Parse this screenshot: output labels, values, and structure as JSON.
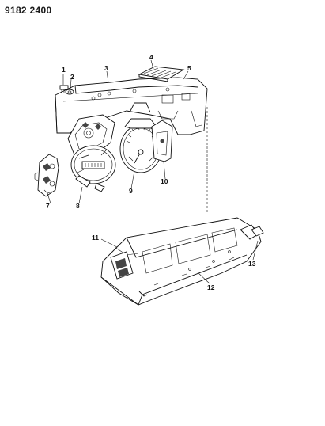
{
  "header": {
    "code": "9182 2400"
  },
  "callouts": [
    {
      "id": "1",
      "label": "1"
    },
    {
      "id": "2",
      "label": "2"
    },
    {
      "id": "3",
      "label": "3"
    },
    {
      "id": "4",
      "label": "4"
    },
    {
      "id": "5",
      "label": "5"
    },
    {
      "id": "7",
      "label": "7"
    },
    {
      "id": "8",
      "label": "8"
    },
    {
      "id": "9",
      "label": "9"
    },
    {
      "id": "10",
      "label": "10"
    },
    {
      "id": "11",
      "label": "11"
    },
    {
      "id": "12",
      "label": "12"
    },
    {
      "id": "13",
      "label": "13"
    }
  ]
}
